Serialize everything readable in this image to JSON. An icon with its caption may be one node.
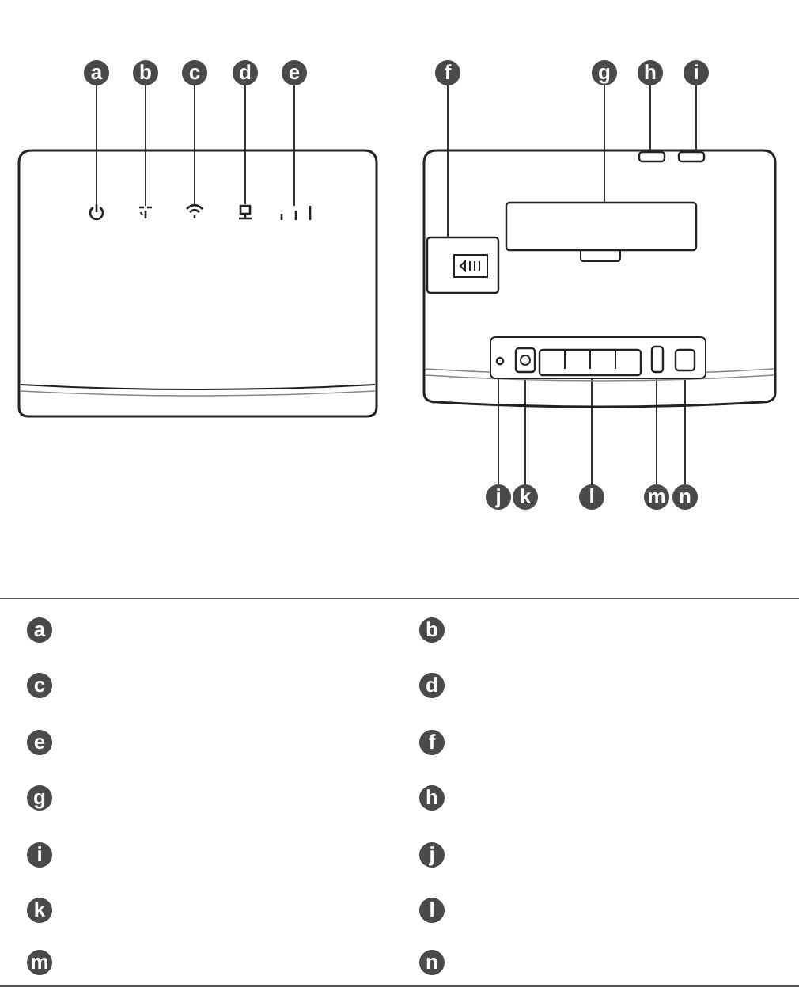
{
  "diagram": {
    "nodes": [
      {
        "text": [
          "a"
        ]
      },
      {
        "text": [
          "b"
        ]
      },
      {
        "text": [
          "c"
        ]
      },
      {
        "text": [
          "d"
        ]
      },
      {
        "text": [
          "e"
        ]
      },
      {
        "text": [
          "f"
        ]
      },
      {
        "text": [
          "g"
        ]
      },
      {
        "text": [
          "h"
        ]
      },
      {
        "text": [
          "i"
        ]
      },
      {
        "text": [
          "j"
        ]
      },
      {
        "text": [
          "k"
        ]
      },
      {
        "text": [
          "l"
        ]
      },
      {
        "text": [
          "m"
        ]
      },
      {
        "text": [
          "n"
        ]
      },
      {
        "text": [],
        "shape": "icon"
      },
      {
        "text": [],
        "shape": "icon"
      },
      {
        "text": [],
        "shape": "icon"
      },
      {
        "text": [],
        "shape": "icon"
      },
      {
        "text": [],
        "shape": "icon"
      },
      {
        "text": [],
        "shape": "box"
      },
      {
        "text": [],
        "shape": "box"
      },
      {
        "text": [],
        "shape": "box"
      },
      {
        "text": [],
        "shape": "box"
      },
      {
        "text": [],
        "shape": "circle"
      },
      {
        "text": [],
        "shape": "box"
      },
      {
        "text": [],
        "shape": "box"
      },
      {
        "text": [],
        "shape": "box"
      },
      {
        "text": [],
        "shape": "box"
      },
      {
        "text": [
          "a"
        ]
      },
      {
        "text": [
          "b"
        ]
      },
      {
        "text": [
          "c"
        ]
      },
      {
        "text": [
          "d"
        ]
      },
      {
        "text": [
          "e"
        ]
      },
      {
        "text": [
          "f"
        ]
      },
      {
        "text": [
          "g"
        ]
      },
      {
        "text": [
          "h"
        ]
      },
      {
        "text": [
          "i"
        ]
      },
      {
        "text": [
          "j"
        ]
      },
      {
        "text": [
          "k"
        ]
      },
      {
        "text": [
          "l"
        ]
      },
      {
        "text": [
          "m"
        ]
      },
      {
        "text": [
          "n"
        ]
      }
    ],
    "edges": [
      {
        "from": 0,
        "to": 14,
        "arrow": "none"
      },
      {
        "from": 1,
        "to": 15,
        "arrow": "none"
      },
      {
        "from": 2,
        "to": 16,
        "arrow": "none"
      },
      {
        "from": 3,
        "to": 17,
        "arrow": "none"
      },
      {
        "from": 4,
        "to": 18,
        "arrow": "none"
      },
      {
        "from": 5,
        "to": 19,
        "arrow": "none"
      },
      {
        "from": 6,
        "to": 20,
        "arrow": "none"
      },
      {
        "from": 7,
        "to": 21,
        "arrow": "none"
      },
      {
        "from": 8,
        "to": 22,
        "arrow": "none"
      },
      {
        "from": 9,
        "to": 23,
        "arrow": "none"
      },
      {
        "from": 10,
        "to": 24,
        "arrow": "none"
      },
      {
        "from": 11,
        "to": 25,
        "arrow": "none"
      },
      {
        "from": 12,
        "to": 26,
        "arrow": "none"
      },
      {
        "from": 13,
        "to": 27,
        "arrow": "none"
      }
    ]
  }
}
